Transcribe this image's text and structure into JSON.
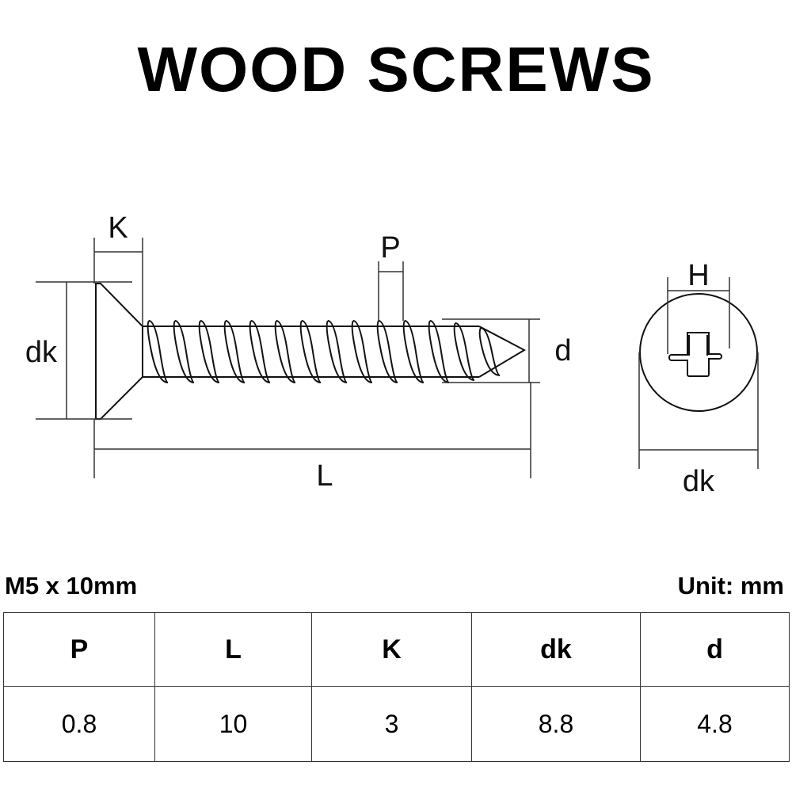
{
  "title": "WOOD SCREWS",
  "diagram": {
    "labels": {
      "k": "K",
      "p": "P",
      "dk_side": "dk",
      "d": "d",
      "l": "L",
      "h": "H",
      "dk_top": "dk"
    },
    "line_color": "#111111"
  },
  "spec": {
    "size": "M5 x 10mm",
    "unit": "Unit: mm"
  },
  "table": {
    "headers": [
      "P",
      "L",
      "K",
      "dk",
      "d"
    ],
    "values": [
      "0.8",
      "10",
      "3",
      "8.8",
      "4.8"
    ]
  }
}
